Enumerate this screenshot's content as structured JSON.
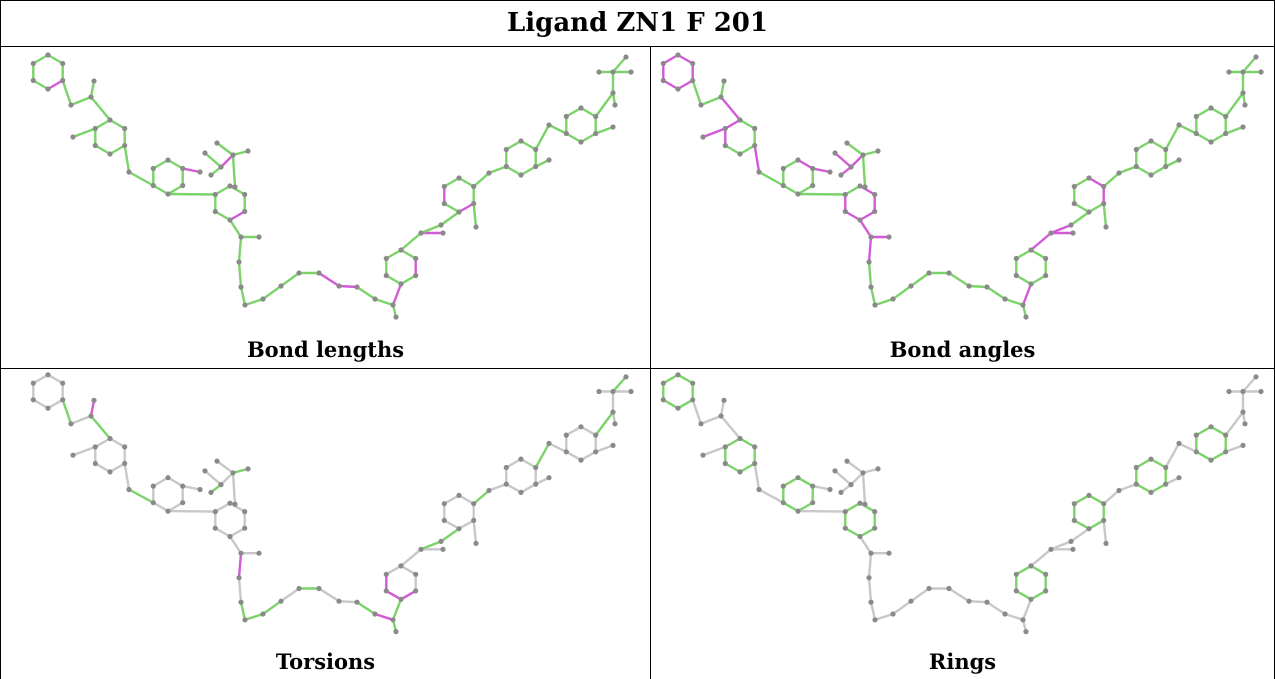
{
  "title": "Ligand ZN1 F 201",
  "panels": [
    {
      "id": "bond-lengths",
      "caption": "Bond lengths"
    },
    {
      "id": "bond-angles",
      "caption": "Bond angles"
    },
    {
      "id": "torsions",
      "caption": "Torsions"
    },
    {
      "id": "rings",
      "caption": "Rings"
    }
  ],
  "colors": {
    "green": "#7bd36a",
    "magenta": "#d25ad6",
    "grey": "#c8c8c8",
    "atom": "#8a8a8a"
  }
}
